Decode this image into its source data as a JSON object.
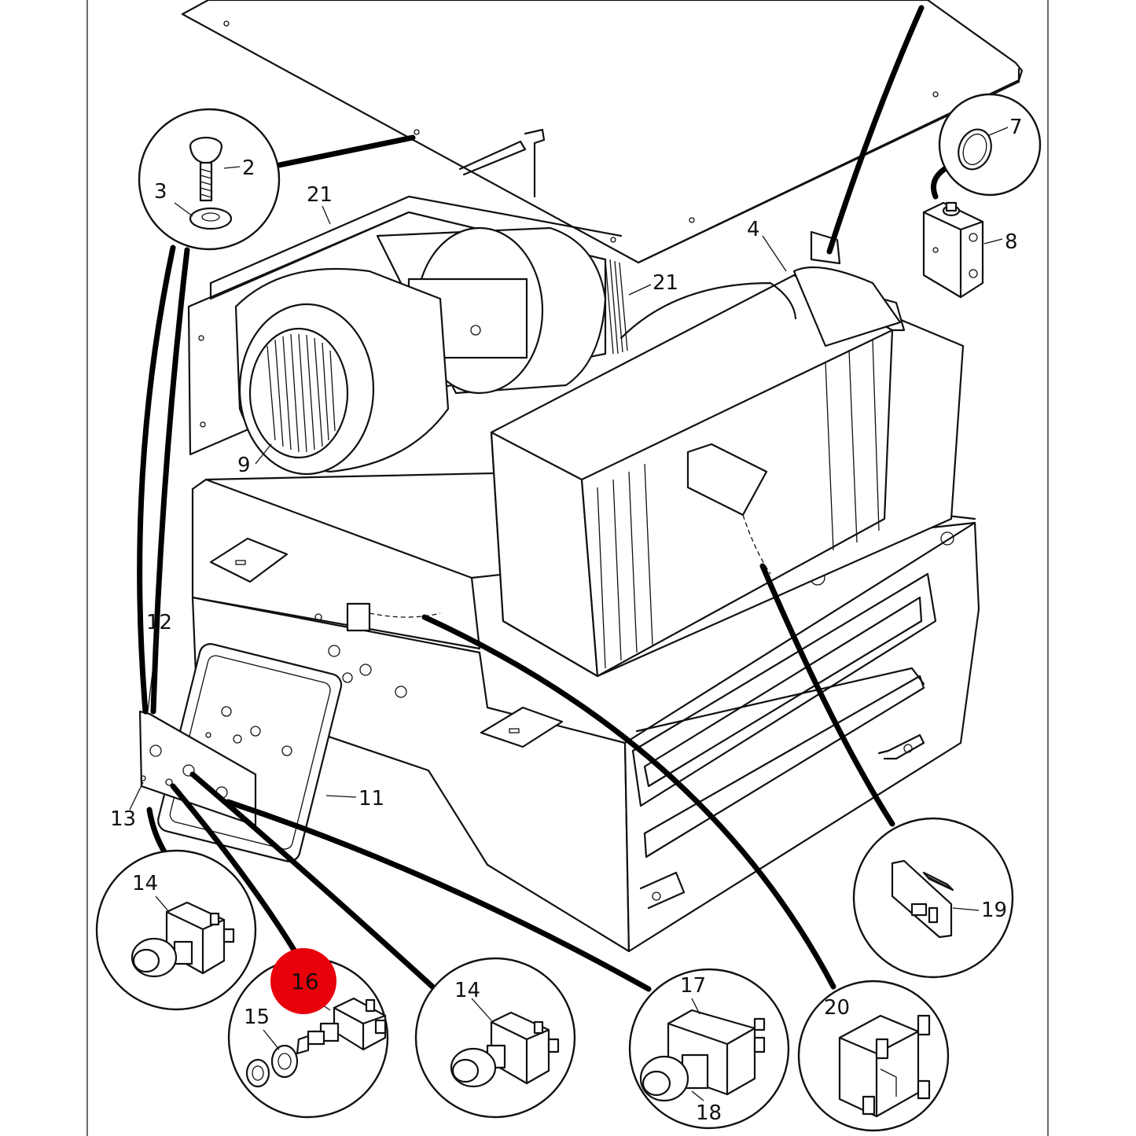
{
  "highlight": {
    "color": "#e8000b",
    "label": "16"
  },
  "callouts": {
    "c2": "2",
    "c3": "3",
    "c4": "4",
    "c7": "7",
    "c8": "8",
    "c9": "9",
    "c11": "11",
    "c12": "12",
    "c13": "13",
    "c14a": "14",
    "c14b": "14",
    "c15": "15",
    "c17": "17",
    "c18": "18",
    "c19": "19",
    "c20": "20",
    "c21a": "21",
    "c21b": "21"
  },
  "icons": [
    "screw-icon",
    "washer-icon",
    "o-ring-icon",
    "valve-block-icon",
    "blower-fan-icon",
    "push-pull-switch-icon",
    "toggle-switch-icon",
    "rotary-switch-icon",
    "resistor-board-icon",
    "relay-icon"
  ]
}
